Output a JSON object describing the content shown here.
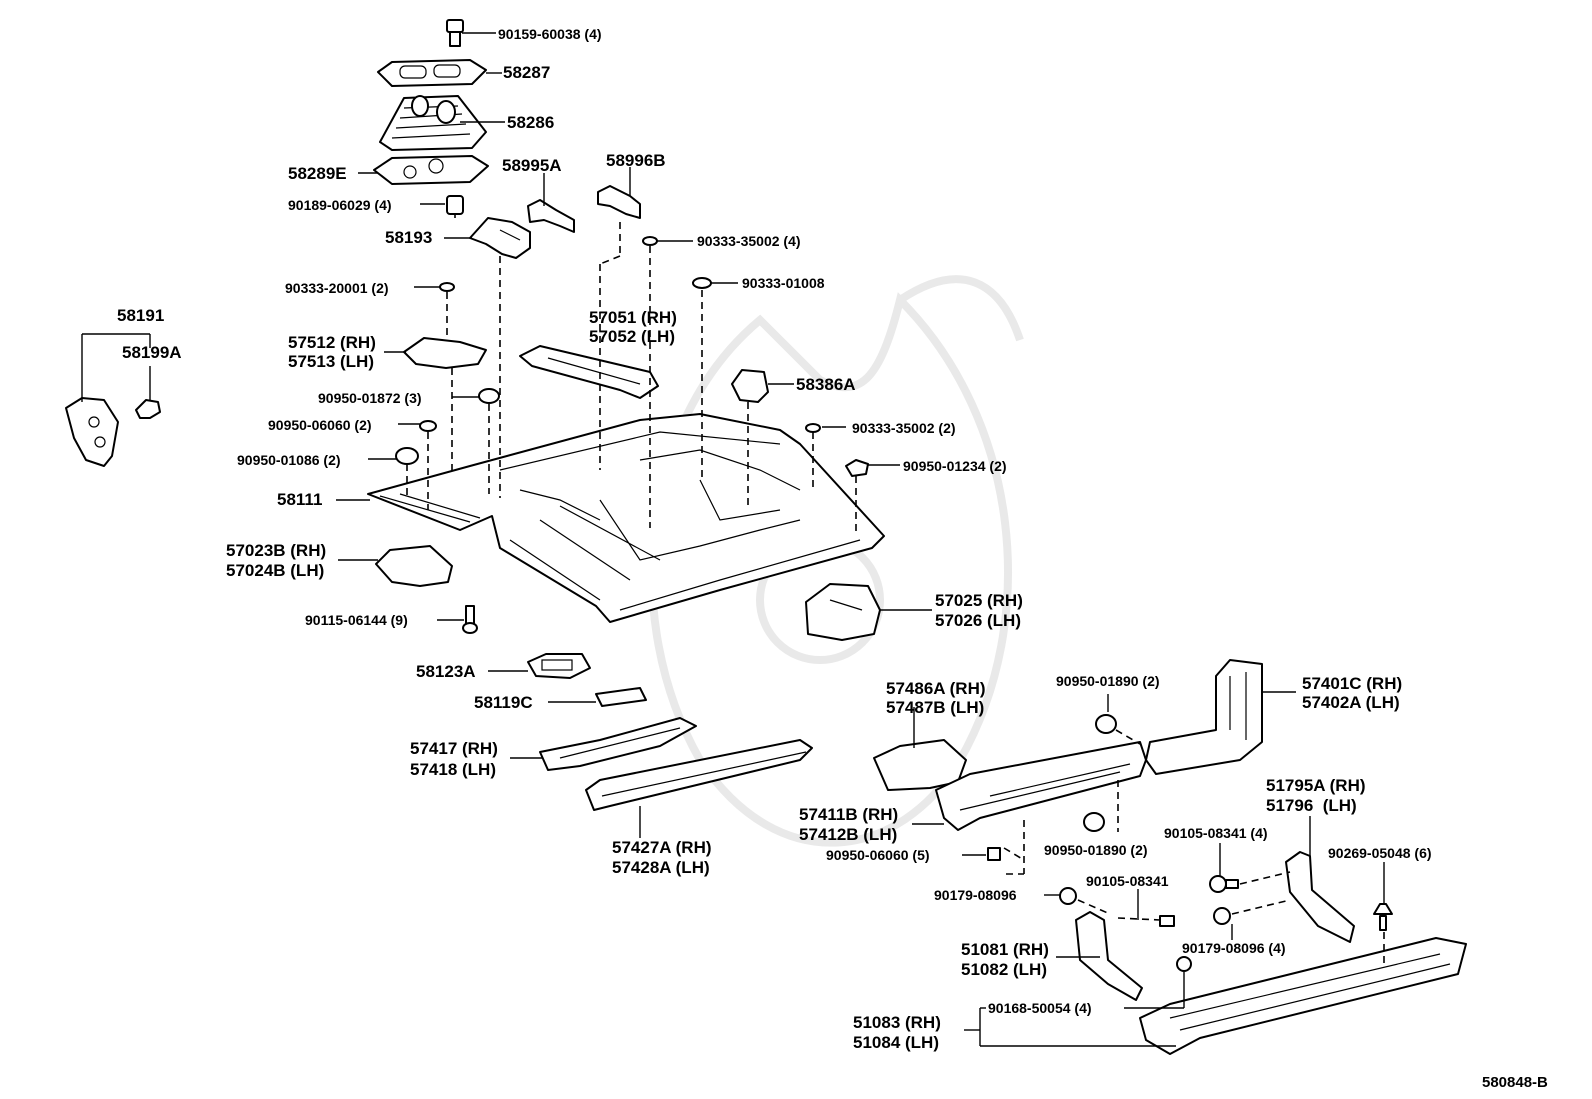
{
  "diagram_id": "580848-B",
  "callouts": [
    {
      "id": "c01",
      "parts": [
        "90159-60038 (4)"
      ]
    },
    {
      "id": "c02",
      "parts": [
        "58287"
      ]
    },
    {
      "id": "c03",
      "parts": [
        "58286"
      ]
    },
    {
      "id": "c04",
      "parts": [
        "58289E"
      ]
    },
    {
      "id": "c05",
      "parts": [
        "58995A"
      ]
    },
    {
      "id": "c06",
      "parts": [
        "58996B"
      ]
    },
    {
      "id": "c07",
      "parts": [
        "90189-06029 (4)"
      ]
    },
    {
      "id": "c08",
      "parts": [
        "58193"
      ]
    },
    {
      "id": "c09",
      "parts": [
        "90333-35002 (4)"
      ]
    },
    {
      "id": "c10",
      "parts": [
        "90333-01008"
      ]
    },
    {
      "id": "c11",
      "parts": [
        "90333-20001 (2)"
      ]
    },
    {
      "id": "c12",
      "parts": [
        "58191"
      ]
    },
    {
      "id": "c13",
      "parts": [
        "58199A"
      ]
    },
    {
      "id": "c14",
      "parts": [
        "57512 (RH)",
        "57513 (LH)"
      ]
    },
    {
      "id": "c15",
      "parts": [
        "57051 (RH)",
        "57052 (LH)"
      ]
    },
    {
      "id": "c16",
      "parts": [
        "58386A"
      ]
    },
    {
      "id": "c17",
      "parts": [
        "90950-01872 (3)"
      ]
    },
    {
      "id": "c18",
      "parts": [
        "90950-06060 (2)"
      ]
    },
    {
      "id": "c19",
      "parts": [
        "90333-35002 (2)"
      ]
    },
    {
      "id": "c20",
      "parts": [
        "90950-01086 (2)"
      ]
    },
    {
      "id": "c21",
      "parts": [
        "90950-01234 (2)"
      ]
    },
    {
      "id": "c22",
      "parts": [
        "58111"
      ]
    },
    {
      "id": "c23",
      "parts": [
        "57023B (RH)",
        "57024B (LH)"
      ]
    },
    {
      "id": "c24",
      "parts": [
        "57025 (RH)",
        "57026 (LH)"
      ]
    },
    {
      "id": "c25",
      "parts": [
        "90115-06144 (9)"
      ]
    },
    {
      "id": "c26",
      "parts": [
        "58123A"
      ]
    },
    {
      "id": "c27",
      "parts": [
        "58119C"
      ]
    },
    {
      "id": "c28",
      "parts": [
        "57486A (RH)",
        "57487B (LH)"
      ]
    },
    {
      "id": "c29",
      "parts": [
        "90950-01890 (2)"
      ]
    },
    {
      "id": "c30",
      "parts": [
        "57401C (RH)",
        "57402A (LH)"
      ]
    },
    {
      "id": "c31",
      "parts": [
        "57417 (RH)",
        "57418 (LH)"
      ]
    },
    {
      "id": "c32",
      "parts": [
        "57411B (RH)",
        "57412B (LH)"
      ]
    },
    {
      "id": "c33",
      "parts": [
        "51795A (RH)",
        "51796  (LH)"
      ]
    },
    {
      "id": "c34",
      "parts": [
        "90105-08341 (4)"
      ]
    },
    {
      "id": "c35",
      "parts": [
        "90269-05048 (6)"
      ]
    },
    {
      "id": "c36",
      "parts": [
        "57427A (RH)",
        "57428A (LH)"
      ]
    },
    {
      "id": "c37",
      "parts": [
        "90950-06060 (5)"
      ]
    },
    {
      "id": "c38",
      "parts": [
        "90950-01890 (2)"
      ]
    },
    {
      "id": "c39",
      "parts": [
        "90179-08096"
      ]
    },
    {
      "id": "c40",
      "parts": [
        "90105-08341"
      ]
    },
    {
      "id": "c41",
      "parts": [
        "90179-08096 (4)"
      ]
    },
    {
      "id": "c42",
      "parts": [
        "51081 (RH)",
        "51082 (LH)"
      ]
    },
    {
      "id": "c43",
      "parts": [
        "90168-50054 (4)"
      ]
    },
    {
      "id": "c44",
      "parts": [
        "51083 (RH)",
        "51084 (LH)"
      ]
    }
  ]
}
